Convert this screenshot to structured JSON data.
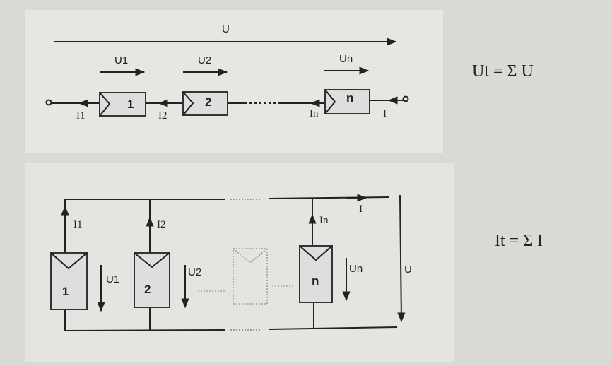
{
  "series_circuit": {
    "total_voltage": "U",
    "module_voltages": [
      "U1",
      "U2",
      "Un"
    ],
    "module_labels": [
      "1",
      "2",
      "n"
    ],
    "currents": [
      "I1",
      "I2",
      "In",
      "I"
    ],
    "formula": "Ut = Σ U"
  },
  "parallel_circuit": {
    "total_voltage": "U",
    "total_current": "I",
    "module_voltages": [
      "U1",
      "U2",
      "Un"
    ],
    "module_labels": [
      "1",
      "2",
      "n"
    ],
    "currents": [
      "I1",
      "I2",
      "In"
    ],
    "formula": "It = Σ I"
  }
}
